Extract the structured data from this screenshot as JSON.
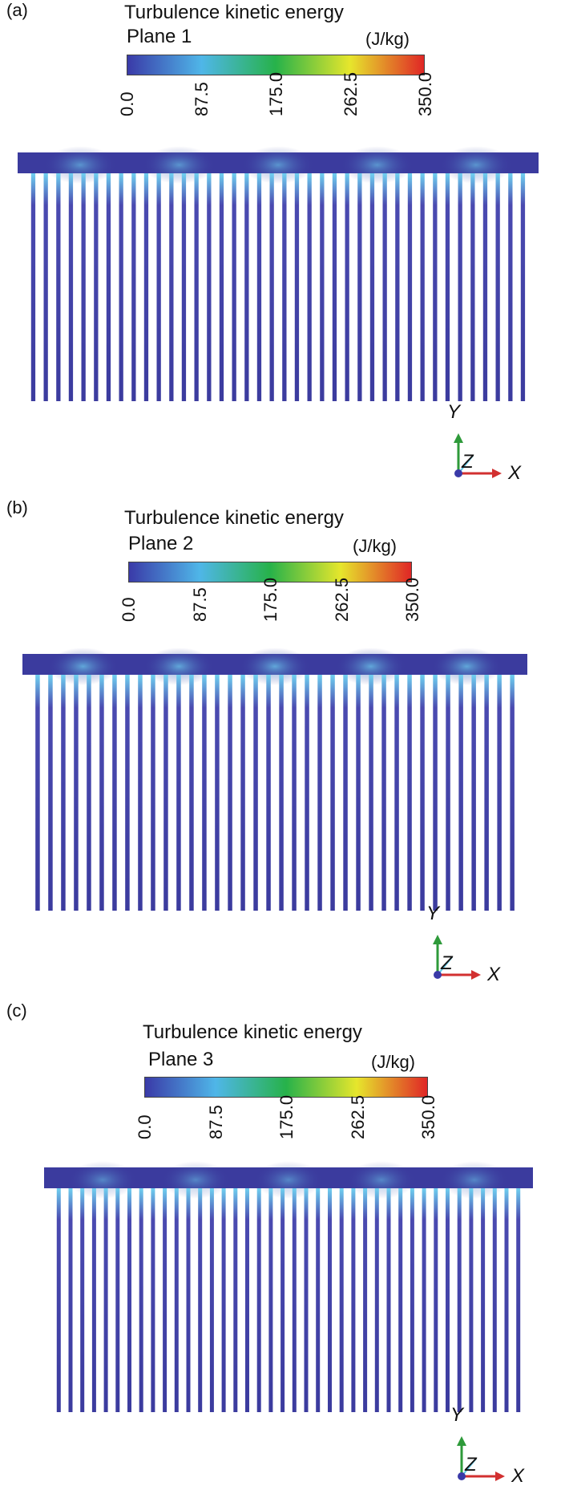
{
  "colorbar": {
    "title": "Turbulence kinetic energy",
    "units": "(J/kg)",
    "ticks": [
      "0.0",
      "87.5",
      "175.0",
      "262.5",
      "350.0"
    ],
    "min": 0.0,
    "max": 350.0,
    "colormap": [
      "#3a3aa8",
      "#4fb6e8",
      "#27b24a",
      "#e6e62c",
      "#e02626"
    ]
  },
  "panels": [
    {
      "label": "(a)",
      "plane": "Plane 1"
    },
    {
      "label": "(b)",
      "plane": "Plane 2"
    },
    {
      "label": "(c)",
      "plane": "Plane 3"
    }
  ],
  "axes": {
    "y": "Y",
    "z": "Z",
    "x": "X"
  },
  "colors": {
    "base": "#3b3b9e",
    "tube": "#4a4ab0",
    "highlight": "#6fd0f0",
    "y_axis": "#2e9a3a",
    "x_axis": "#d23030",
    "z_axis": "#3a3aa8"
  }
}
